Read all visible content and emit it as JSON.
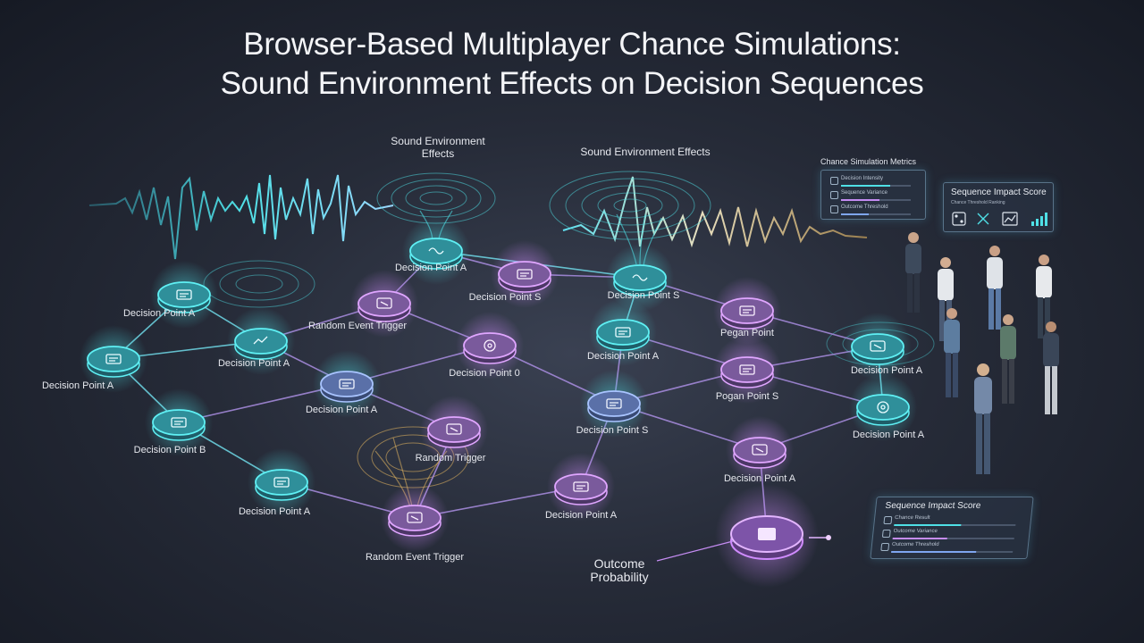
{
  "title": {
    "line1": "Browser-Based Multiplayer Chance Simulations:",
    "line2": "Sound Environment Effects on Decision Sequences"
  },
  "sound_labels": {
    "left_line1": "Sound Environment",
    "left_line2": "Effects",
    "right": "Sound Environment Effects"
  },
  "colors": {
    "teal": "#4fe0e6",
    "violet": "#c58cf2",
    "blue": "#7fa6f0",
    "gold": "#e8b860",
    "link": "#a98de0"
  },
  "nodes": [
    {
      "id": "n1",
      "label": "Decision Point A",
      "color": "teal",
      "icon": "card-icon"
    },
    {
      "id": "n2",
      "label": "Decision Point A",
      "color": "teal",
      "icon": "card-icon"
    },
    {
      "id": "n3",
      "label": "Decision Point A",
      "color": "teal",
      "icon": "chart-icon"
    },
    {
      "id": "n4",
      "label": "Decision Point B",
      "color": "teal",
      "icon": "card-icon"
    },
    {
      "id": "n5",
      "label": "Decision Point A",
      "color": "teal",
      "icon": "card-icon"
    },
    {
      "id": "n6",
      "label": "Decision Point A",
      "color": "blue",
      "icon": "card-icon"
    },
    {
      "id": "n7",
      "label": "Random Event Trigger",
      "color": "violet",
      "icon": "dice-icon"
    },
    {
      "id": "n8",
      "label": "Random Trigger",
      "color": "violet",
      "icon": "dice-icon"
    },
    {
      "id": "n9",
      "label": "Random Event Trigger",
      "color": "violet",
      "icon": "dice-icon"
    },
    {
      "id": "n10",
      "label": "Decision Point A",
      "color": "teal",
      "icon": "speaker-icon"
    },
    {
      "id": "n11",
      "label": "Decision Point S",
      "color": "violet",
      "icon": "card-icon"
    },
    {
      "id": "n12",
      "label": "Decision Point 0",
      "color": "violet",
      "icon": "gear-icon"
    },
    {
      "id": "n13",
      "label": "Decision Point A",
      "color": "violet",
      "icon": "card-icon"
    },
    {
      "id": "n14",
      "label": "Decision Point S",
      "color": "teal",
      "icon": "speaker-icon"
    },
    {
      "id": "n15",
      "label": "Decision Point A",
      "color": "teal",
      "icon": "card-icon"
    },
    {
      "id": "n16",
      "label": "Decision Point S",
      "color": "blue",
      "icon": "card-icon"
    },
    {
      "id": "n17",
      "label": "Pegan Point",
      "color": "violet",
      "icon": "card-icon"
    },
    {
      "id": "n18",
      "label": "Pogan Point S",
      "color": "violet",
      "icon": "card-icon"
    },
    {
      "id": "n19",
      "label": "Decision Point A",
      "color": "violet",
      "icon": "dice-icon"
    },
    {
      "id": "n20",
      "label": "Decision Point A",
      "color": "teal",
      "icon": "dice-icon"
    },
    {
      "id": "n21",
      "label": "Decision Point A",
      "color": "teal",
      "icon": "gear-icon"
    },
    {
      "id": "n22",
      "label": "",
      "color": "violet",
      "icon": "card-icon"
    }
  ],
  "edges": [
    [
      "n1",
      "n2"
    ],
    [
      "n1",
      "n3"
    ],
    [
      "n2",
      "n3"
    ],
    [
      "n2",
      "n4"
    ],
    [
      "n3",
      "n7"
    ],
    [
      "n3",
      "n6"
    ],
    [
      "n4",
      "n5"
    ],
    [
      "n4",
      "n6"
    ],
    [
      "n5",
      "n9"
    ],
    [
      "n6",
      "n12"
    ],
    [
      "n6",
      "n8"
    ],
    [
      "n7",
      "n10"
    ],
    [
      "n7",
      "n12"
    ],
    [
      "n10",
      "n11"
    ],
    [
      "n10",
      "n14"
    ],
    [
      "n11",
      "n14"
    ],
    [
      "n12",
      "n16"
    ],
    [
      "n8",
      "n9"
    ],
    [
      "n9",
      "n13"
    ],
    [
      "n13",
      "n16"
    ],
    [
      "n14",
      "n15"
    ],
    [
      "n14",
      "n17"
    ],
    [
      "n15",
      "n16"
    ],
    [
      "n15",
      "n18"
    ],
    [
      "n16",
      "n18"
    ],
    [
      "n17",
      "n20"
    ],
    [
      "n18",
      "n20"
    ],
    [
      "n18",
      "n21"
    ],
    [
      "n16",
      "n19"
    ],
    [
      "n19",
      "n21"
    ],
    [
      "n20",
      "n21"
    ],
    [
      "n19",
      "n22"
    ]
  ],
  "outcome": {
    "line1": "Outcome",
    "line2": "Probability"
  },
  "metrics_panel": {
    "title": "Chance Simulation Metrics",
    "rows": [
      "Decision Intensity",
      "Sequence Variance",
      "Outcome Threshold"
    ]
  },
  "impact_panel_top": {
    "title": "Sequence Impact Score",
    "subtitle": "Chance Threshold Ranking",
    "icons": [
      "dice-icon",
      "shuffle-icon",
      "chart-icon",
      "bar-chart-icon"
    ]
  },
  "impact_panel_bottom": {
    "title": "Sequence Impact Score",
    "rows": [
      "Chance Result",
      "Outcome Variance",
      "Outcome Threshold"
    ],
    "fills": [
      0.55,
      0.45,
      0.7
    ]
  }
}
